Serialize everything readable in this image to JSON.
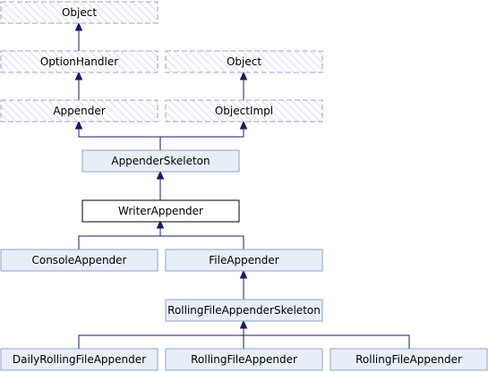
{
  "diagram": {
    "nodes": {
      "object_top": {
        "label": "Object",
        "style": "external"
      },
      "option_handler": {
        "label": "OptionHandler",
        "style": "external"
      },
      "object_right": {
        "label": "Object",
        "style": "external"
      },
      "appender": {
        "label": "Appender",
        "style": "external"
      },
      "object_impl": {
        "label": "ObjectImpl",
        "style": "external"
      },
      "appender_skeleton": {
        "label": "AppenderSkeleton",
        "style": "class"
      },
      "writer_appender": {
        "label": "WriterAppender",
        "style": "current"
      },
      "console_appender": {
        "label": "ConsoleAppender",
        "style": "class"
      },
      "file_appender": {
        "label": "FileAppender",
        "style": "class"
      },
      "rolling_skeleton": {
        "label": "RollingFileAppenderSkeleton",
        "style": "class"
      },
      "daily_rolling_appender": {
        "label": "DailyRollingFileAppender",
        "style": "class"
      },
      "rolling_appender_a": {
        "label": "RollingFileAppender",
        "style": "class"
      },
      "rolling_appender_b": {
        "label": "RollingFileAppender",
        "style": "class"
      }
    },
    "colors": {
      "edge": "#191970",
      "class_fill": "#e8eef7",
      "class_border": "#8ea2c8",
      "current_border": "#000000",
      "external_border": "#97a4c4",
      "external_hatch": "#e4e7ef"
    }
  }
}
